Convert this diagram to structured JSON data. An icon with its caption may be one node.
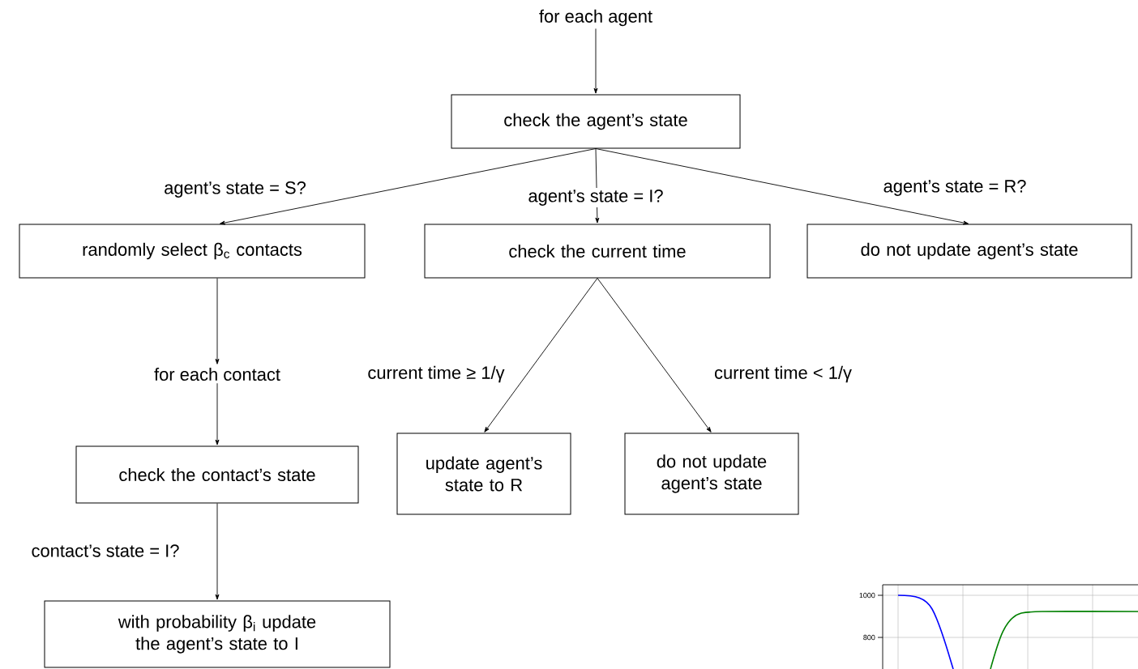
{
  "diagram": {
    "nodes": [
      {
        "text": [
          "for each agent"
        ]
      },
      {
        "text": [
          "check the agent’s state"
        ]
      },
      {
        "text": [
          "randomly select β$_{c}$ contacts"
        ]
      },
      {
        "text": [
          "check the current time"
        ]
      },
      {
        "text": [
          "do not update agent’s state"
        ]
      },
      {
        "text": [
          "for each contact"
        ]
      },
      {
        "text": [
          "check the contact’s state"
        ]
      },
      {
        "text": [
          "update agent’s state to R"
        ]
      },
      {
        "text": [
          "do not update agent’s state"
        ]
      },
      {
        "text": [
          "with probability β$_{i}$ update the agent’s state to I"
        ]
      }
    ],
    "edges": [
      {
        "from": 0,
        "to": 1,
        "arrow": "to"
      },
      {
        "from": 1,
        "to": 2,
        "arrow": "to",
        "label": "agent’s state = S?"
      },
      {
        "from": 1,
        "to": 3,
        "arrow": "to",
        "label": "agent’s state = I?"
      },
      {
        "from": 1,
        "to": 4,
        "arrow": "to",
        "label": "agent’s state = R?"
      },
      {
        "from": 2,
        "to": 5,
        "arrow": "to"
      },
      {
        "from": 5,
        "to": 6,
        "arrow": "to"
      },
      {
        "from": 3,
        "to": 7,
        "arrow": "to",
        "label": "current time ≥ 1/γ"
      },
      {
        "from": 3,
        "to": 8,
        "arrow": "to",
        "label": "current time < 1/γ"
      },
      {
        "from": 6,
        "to": 9,
        "arrow": "to",
        "label": "contact’s state = I?"
      }
    ],
    "labels": [
      "1000",
      "800"
    ]
  }
}
